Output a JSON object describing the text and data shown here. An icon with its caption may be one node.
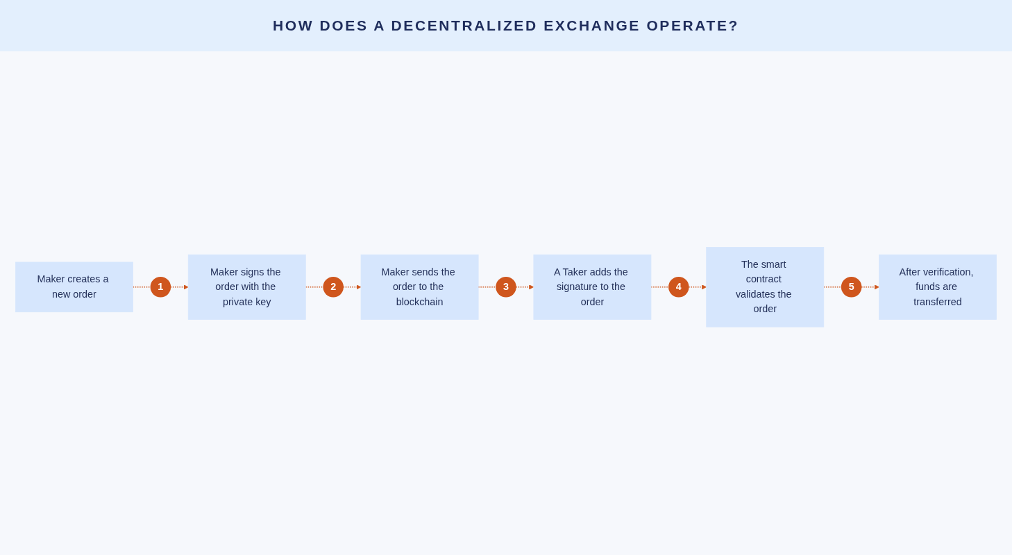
{
  "diagram": {
    "title": "HOW DOES A DECENTRALIZED EXCHANGE OPERATE?",
    "nodes": [
      {
        "text": [
          "Maker creates a new order"
        ]
      },
      {
        "text": [
          "Maker signs the order with the private key"
        ]
      },
      {
        "text": [
          "Maker sends the order to the blockchain"
        ]
      },
      {
        "text": [
          "A Taker adds the signature to the order"
        ]
      },
      {
        "text": [
          "The smart contract validates the order"
        ]
      },
      {
        "text": [
          "After verification, funds are transferred"
        ]
      }
    ],
    "edges": [
      {
        "from": 0,
        "to": 1,
        "arrow": "to",
        "label": "1",
        "style": "dashed",
        "color": "#cf561d"
      },
      {
        "from": 1,
        "to": 2,
        "arrow": "to",
        "label": "2",
        "style": "dashed",
        "color": "#cf561d"
      },
      {
        "from": 2,
        "to": 3,
        "arrow": "to",
        "label": "3",
        "style": "dashed",
        "color": "#cf561d"
      },
      {
        "from": 3,
        "to": 4,
        "arrow": "to",
        "label": "4",
        "style": "dashed",
        "color": "#cf561d"
      },
      {
        "from": 4,
        "to": 5,
        "arrow": "to",
        "label": "5",
        "style": "dashed",
        "color": "#cf561d"
      }
    ]
  }
}
